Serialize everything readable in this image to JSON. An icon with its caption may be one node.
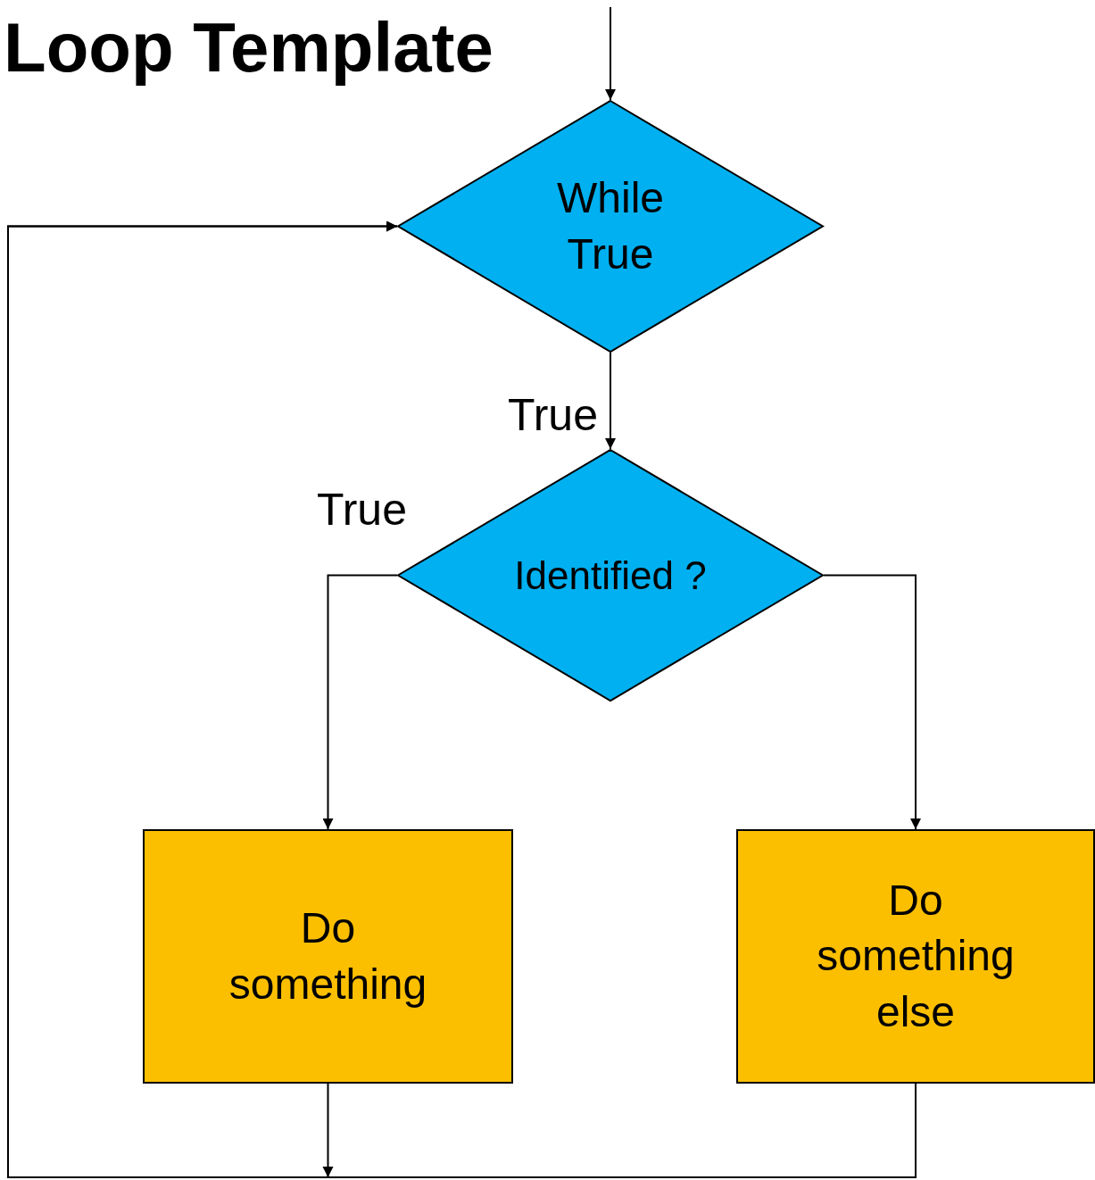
{
  "diagram": {
    "title": "Loop Template",
    "nodes": [
      {
        "text": [
          "While True"
        ]
      },
      {
        "text": [
          "Identified ?"
        ]
      },
      {
        "text": [
          "Do something"
        ]
      },
      {
        "text": [
          "Do something else"
        ]
      }
    ],
    "edges": [
      {
        "from": null,
        "to": 0,
        "arrow": "to"
      },
      {
        "from": 0,
        "to": 1,
        "arrow": "to",
        "label": "True"
      },
      {
        "from": 1,
        "to": 2,
        "arrow": "to",
        "label": "True"
      },
      {
        "from": 1,
        "to": 3,
        "arrow": "to"
      },
      {
        "from": 2,
        "to": 0,
        "arrow": "to"
      },
      {
        "from": 3,
        "to": 0,
        "arrow": "to"
      }
    ]
  }
}
